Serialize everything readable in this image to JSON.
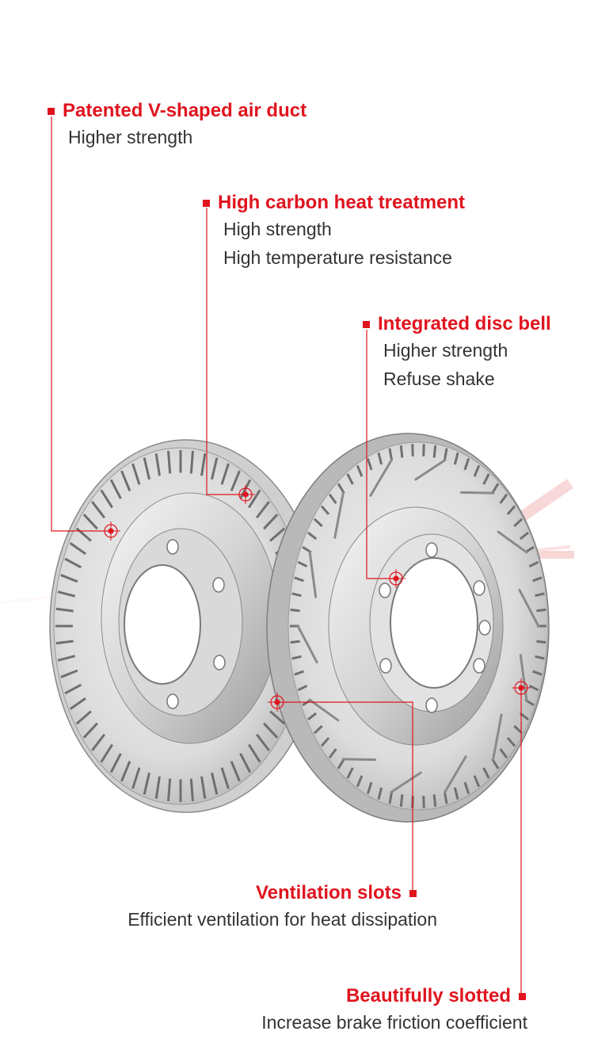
{
  "features": [
    {
      "title": "Patented V-shaped air duct",
      "lines": [
        "Higher strength"
      ]
    },
    {
      "title": "High carbon heat treatment",
      "lines": [
        "High strength",
        "High temperature resistance"
      ]
    },
    {
      "title": "Integrated disc bell",
      "lines": [
        "Higher strength",
        "Refuse shake"
      ]
    },
    {
      "title": "Ventilation slots",
      "lines": [
        "Efficient ventilation for heat dissipation"
      ]
    },
    {
      "title": "Beautifully slotted",
      "lines": [
        "Increase brake friction coefficient"
      ]
    }
  ],
  "colors": {
    "accent": "#e0141e",
    "text": "#333333",
    "disc_face": "#e4e4e4",
    "disc_shadow": "#a8a8a8"
  },
  "icons": [
    "bullet-square-icon",
    "target-marker-icon"
  ]
}
